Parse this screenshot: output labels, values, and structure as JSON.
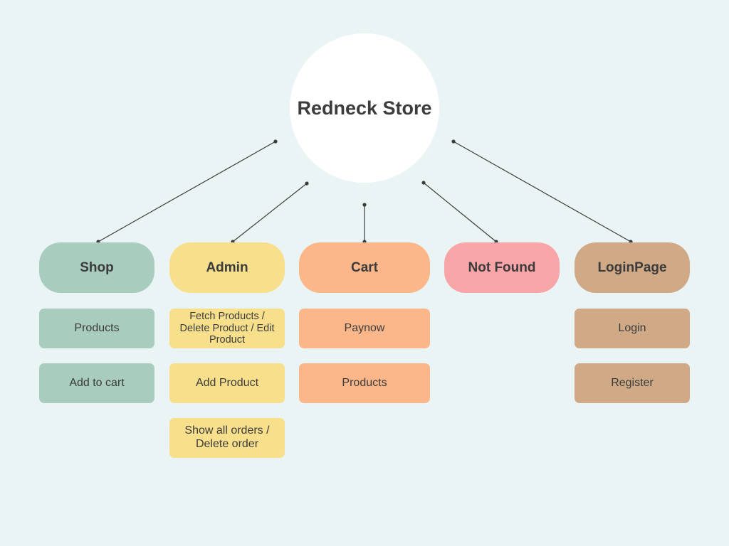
{
  "root": {
    "label": "Redneck Store"
  },
  "branches": [
    {
      "id": "shop",
      "label": "Shop",
      "color": "#a8cdbf",
      "items": [
        "Products",
        "Add to cart"
      ]
    },
    {
      "id": "admin",
      "label": "Admin",
      "color": "#f7df8c",
      "items": [
        "Fetch Products / Delete Product / Edit Product",
        "Add Product",
        "Show all orders / Delete order"
      ]
    },
    {
      "id": "cart",
      "label": "Cart",
      "color": "#fbb78a",
      "items": [
        "Paynow",
        "Products"
      ]
    },
    {
      "id": "not-found",
      "label": "Not Found",
      "color": "#f8a5a8",
      "items": []
    },
    {
      "id": "login-page",
      "label": "LoginPage",
      "color": "#d0aa87",
      "items": [
        "Login",
        "Register"
      ]
    }
  ],
  "colors": {
    "background": "#eaf4f5",
    "connector": "#3c3c3c",
    "root_fill": "#ffffff",
    "text": "#3b3b3b"
  }
}
